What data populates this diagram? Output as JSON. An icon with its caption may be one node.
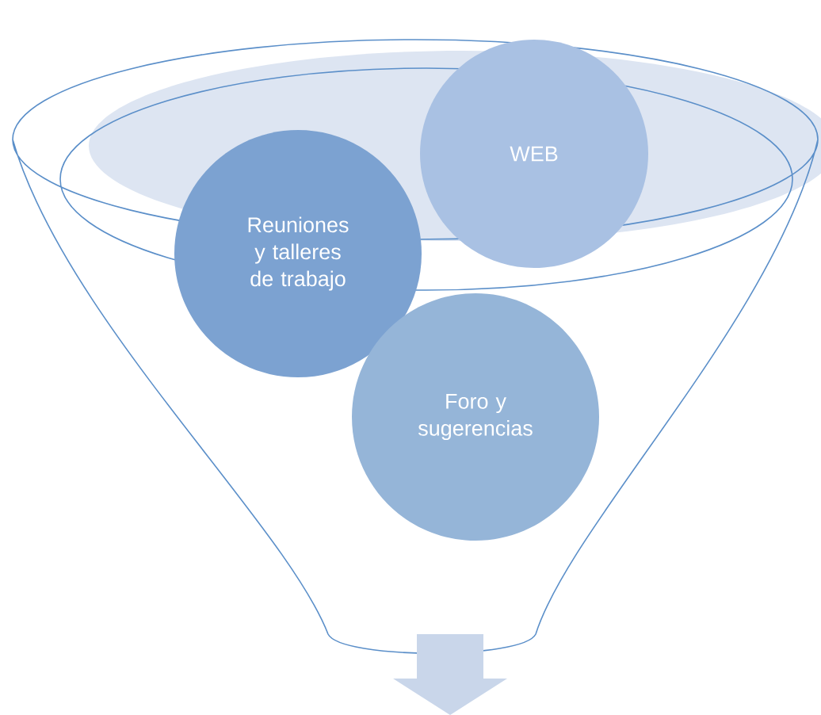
{
  "diagram": {
    "nodes": [
      {
        "text": [
          "WEB"
        ]
      },
      {
        "text": [
          "Reuniones y talleres de trabajo"
        ]
      },
      {
        "text": [
          "Foro y sugerencias"
        ]
      }
    ]
  }
}
